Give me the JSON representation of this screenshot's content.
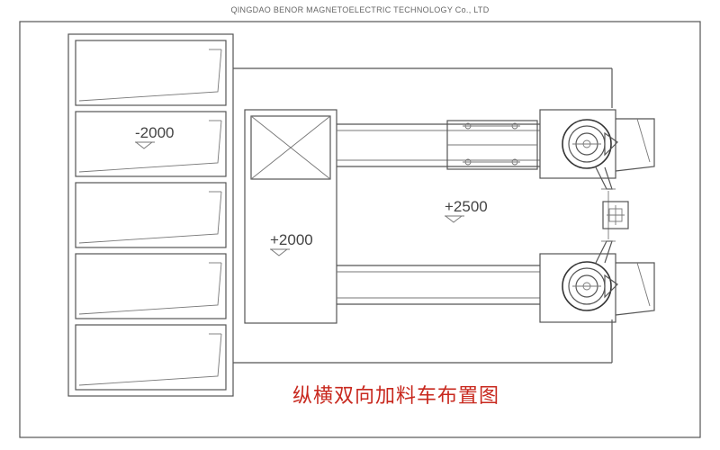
{
  "company": "QINGDAO BENOR MAGNETOELECTRIC TECHNOLOGY Co., LTD",
  "caption": "纵横双向加料车布置图",
  "elevations": {
    "bins": "-2000",
    "tower": "+2000",
    "platform": "+2500"
  },
  "colors": {
    "line": "#555555",
    "caption": "#c8281e"
  }
}
